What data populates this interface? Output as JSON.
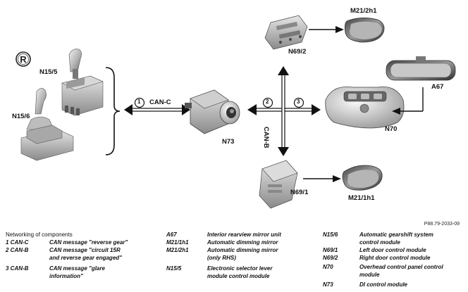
{
  "diagram": {
    "registered_symbol": "R",
    "labels": {
      "n15_5": "N15/5",
      "n15_6": "N15/6",
      "n73": "N73",
      "n69_2": "N69/2",
      "n69_1": "N69/1",
      "m21_2h1": "M21/2h1",
      "m21_1h1": "M21/1h1",
      "a67": "A67",
      "n70": "N70",
      "can_c": "CAN-C",
      "can_b": "CAN-B",
      "num1": "1",
      "num2": "2",
      "num3": "3"
    },
    "reference": "P88.79-2033-09"
  },
  "legend": {
    "title": "Networking of components",
    "messages": [
      {
        "id": "1 CAN-C",
        "text": "CAN message \"reverse gear\""
      },
      {
        "id": "2 CAN-B",
        "text": "CAN message \"circuit 15R",
        "text2": "and reverse gear engaged\""
      },
      {
        "id": "3 CAN-B",
        "text": "CAN message \"glare",
        "text2": "information\""
      }
    ],
    "components_mid": [
      {
        "code": "A67",
        "desc": "Interior rearview mirror unit"
      },
      {
        "code": "M21/1h1",
        "desc": "Automatic dimming mirror"
      },
      {
        "code": "M21/2h1",
        "desc": "Automatic dimming mirror",
        "desc2": "(only RHS)"
      },
      {
        "code": "N15/5",
        "desc": "Electronic selector lever",
        "desc2": "module control module"
      }
    ],
    "components_right": [
      {
        "code": "N15/6",
        "desc": "Automatic gearshift system",
        "desc2": "control module"
      },
      {
        "code": "N69/1",
        "desc": "Left door control module"
      },
      {
        "code": "N69/2",
        "desc": "Right door control module"
      },
      {
        "code": "N70",
        "desc": "Overhead control panel control",
        "desc2": "module"
      },
      {
        "code": "N73",
        "desc": "DI control module"
      }
    ]
  }
}
